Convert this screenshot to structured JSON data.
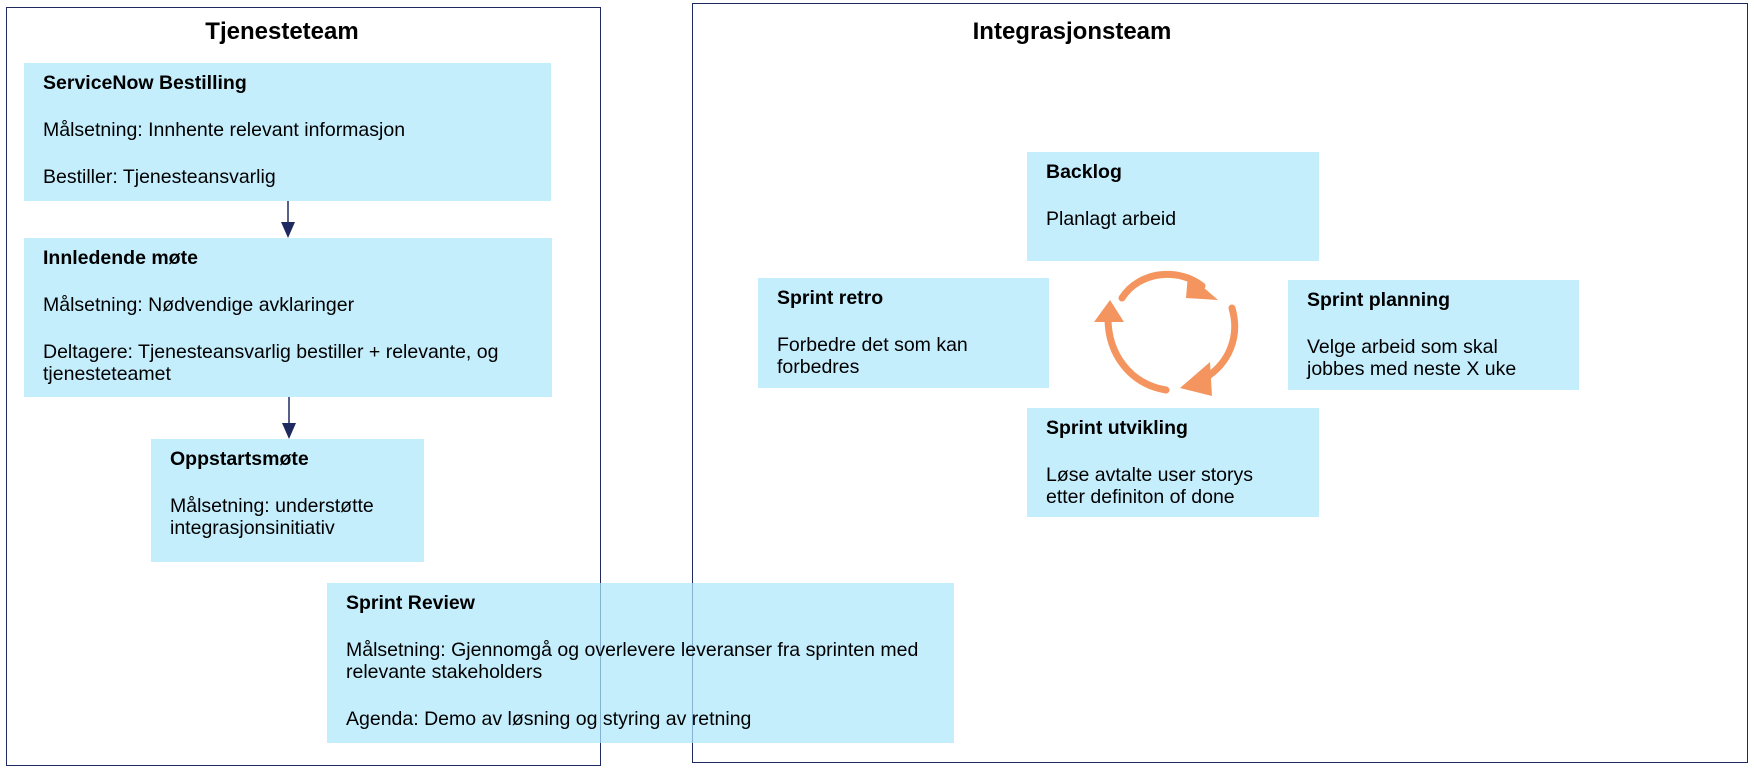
{
  "colors": {
    "frame_border": "#1f2a60",
    "card_fill": "#c3ecfb",
    "arrow": "#1f2a60",
    "cycle_arrow": "#f4955f"
  },
  "teams": {
    "left": {
      "title": "Tjenesteteam"
    },
    "right": {
      "title": "Integrasjonsteam"
    }
  },
  "cards": {
    "servicenow": {
      "title": "ServiceNow Bestilling",
      "lines": [
        "Målsetning: Innhente relevant informasjon",
        "Bestiller: Tjenesteansvarlig"
      ]
    },
    "innledende": {
      "title": "Innledende møte",
      "lines": [
        "Målsetning: Nødvendige avklaringer",
        "Deltagere: Tjenesteansvarlig bestiller + relevante, og tjenesteteamet"
      ]
    },
    "oppstart": {
      "title": "Oppstartsmøte",
      "lines": [
        "Målsetning: understøtte integrasjonsinitiativ"
      ]
    },
    "review": {
      "title": "Sprint Review",
      "lines": [
        "Målsetning: Gjennomgå og overlevere leveranser fra sprinten med relevante stakeholders",
        "Agenda: Demo av løsning og styring av retning"
      ]
    },
    "backlog": {
      "title": "Backlog",
      "lines": [
        "Planlagt arbeid"
      ]
    },
    "retro": {
      "title": "Sprint retro",
      "lines": [
        "Forbedre det som kan forbedres"
      ]
    },
    "planning": {
      "title": "Sprint planning",
      "lines": [
        "Velge arbeid som skal jobbes med neste X uke"
      ]
    },
    "utvikling": {
      "title": "Sprint utvikling",
      "lines": [
        "Løse avtalte user storys etter definiton of done"
      ]
    }
  }
}
